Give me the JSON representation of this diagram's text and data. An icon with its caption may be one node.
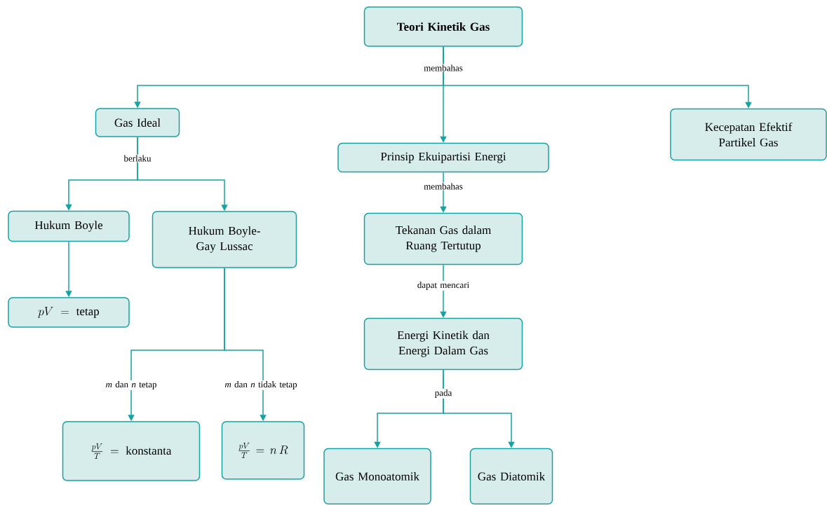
{
  "diagram": {
    "nodes": [
      {
        "text": [
          "Teori Kinetik Gas"
        ]
      },
      {
        "text": [
          "Gas Ideal"
        ]
      },
      {
        "text": [
          "Prinsip Ekuipartisi Energi"
        ]
      },
      {
        "text": [
          "Kecepatan Efektif Partikel Gas"
        ]
      },
      {
        "text": [
          "Hukum Boyle"
        ]
      },
      {
        "text": [
          "Hukum Boyle-Gay Lussac"
        ]
      },
      {
        "text": [
          "pV=\\text{tetap}"
        ]
      },
      {
        "text": [
          "Tekanan Gas dalam Ruang Tertutup"
        ]
      },
      {
        "text": [
          "Energi Kinetik dan Energi Dalam Gas"
        ]
      },
      {
        "text": [
          "\\frac{pV}{T}=\\text{konstanta}"
        ]
      },
      {
        "text": [
          "\\frac{pV}{T}=n\\,R"
        ]
      },
      {
        "text": [
          "Gas Monoatomik"
        ]
      },
      {
        "text": [
          "Gas Diatomik"
        ]
      }
    ],
    "edges": [
      {
        "from": 0,
        "to": 1,
        "arrow": "to"
      },
      {
        "from": 0,
        "to": 2,
        "arrow": "to",
        "label": "membahas"
      },
      {
        "from": 0,
        "to": 3,
        "arrow": "to"
      },
      {
        "from": 1,
        "to": 4,
        "arrow": "to",
        "label": "berlaku"
      },
      {
        "from": 1,
        "to": 5,
        "arrow": "to"
      },
      {
        "from": 4,
        "to": 6,
        "arrow": "to"
      },
      {
        "from": 2,
        "to": 7,
        "arrow": "to",
        "label": "membahas"
      },
      {
        "from": 7,
        "to": 8,
        "arrow": "to",
        "label": "dapat mencari"
      },
      {
        "from": 5,
        "to": 9,
        "arrow": "to",
        "label": "*m* dan *n* tetap"
      },
      {
        "from": 5,
        "to": 10,
        "arrow": "to",
        "label": "*m* dan *n* tidak tetap"
      },
      {
        "from": 8,
        "to": 11,
        "arrow": "to",
        "label": "pada"
      },
      {
        "from": 8,
        "to": 12,
        "arrow": "to"
      }
    ]
  }
}
